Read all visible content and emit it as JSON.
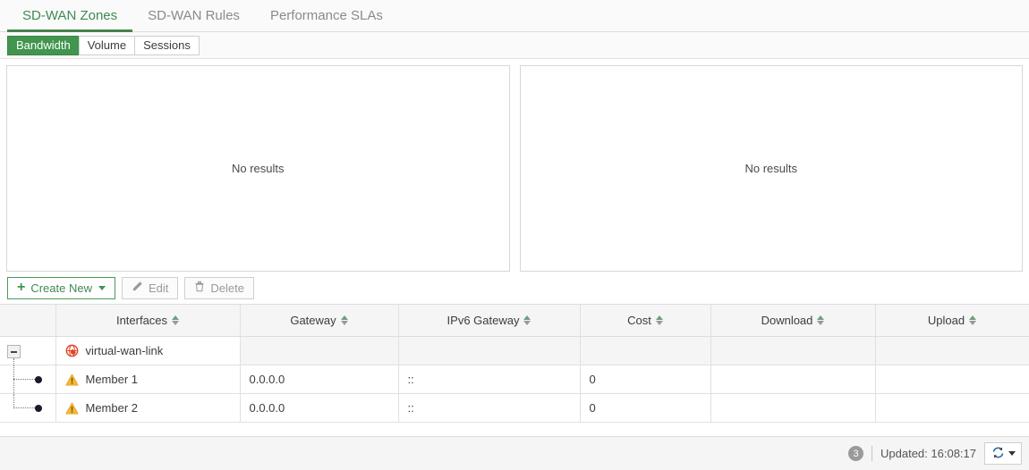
{
  "top_nav": {
    "tabs": [
      {
        "label": "SD-WAN Zones",
        "active": true
      },
      {
        "label": "SD-WAN Rules",
        "active": false
      },
      {
        "label": "Performance SLAs",
        "active": false
      }
    ]
  },
  "sub_tabs": {
    "items": [
      {
        "label": "Bandwidth",
        "active": true
      },
      {
        "label": "Volume",
        "active": false
      },
      {
        "label": "Sessions",
        "active": false
      }
    ]
  },
  "widgets": [
    {
      "name": "bandwidth-chart-left",
      "empty_text": "No results"
    },
    {
      "name": "bandwidth-chart-right",
      "empty_text": "No results"
    }
  ],
  "toolbar": {
    "create_new_label": "Create New",
    "edit_label": "Edit",
    "delete_label": "Delete",
    "plus_glyph": "+",
    "pencil_glyph": "✎",
    "trash_glyph": "🗑"
  },
  "table": {
    "columns": [
      {
        "key": "tree",
        "label": "",
        "sortable": false
      },
      {
        "key": "iface",
        "label": "Interfaces",
        "sortable": true
      },
      {
        "key": "gw",
        "label": "Gateway",
        "sortable": true
      },
      {
        "key": "gw6",
        "label": "IPv6 Gateway",
        "sortable": true
      },
      {
        "key": "cost",
        "label": "Cost",
        "sortable": true
      },
      {
        "key": "dl",
        "label": "Download",
        "sortable": true
      },
      {
        "key": "ul",
        "label": "Upload",
        "sortable": true
      }
    ],
    "rows": [
      {
        "type": "group",
        "icon": "globe-red-icon",
        "name": "virtual-wan-link",
        "gateway": "",
        "ipv6_gateway": "",
        "cost": "",
        "download": "",
        "upload": ""
      },
      {
        "type": "child",
        "icon": "warning-triangle-icon",
        "name": "Member 1",
        "gateway": "0.0.0.0",
        "ipv6_gateway": "::",
        "cost": "0",
        "download": "",
        "upload": ""
      },
      {
        "type": "child",
        "icon": "warning-triangle-icon",
        "name": "Member 2",
        "gateway": "0.0.0.0",
        "ipv6_gateway": "::",
        "cost": "0",
        "download": "",
        "upload": ""
      }
    ]
  },
  "footer": {
    "count": "3",
    "updated_label": "Updated: 16:08:17",
    "refresh_icon": "refresh-icon"
  },
  "colors": {
    "brand_green": "#41954f",
    "nav_active_green": "#3f8a52",
    "warning_amber": "#f0a92c",
    "error_red": "#e0452c",
    "refresh_blue": "#3a6fb0"
  }
}
